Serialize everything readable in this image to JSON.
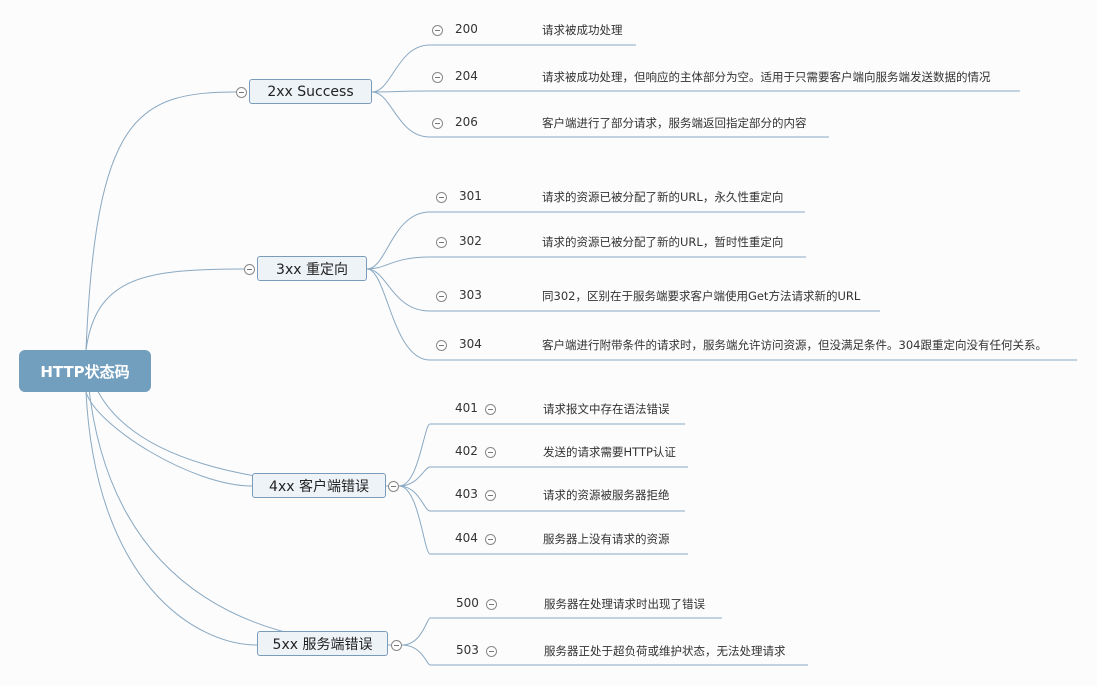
{
  "root": {
    "label": "HTTP状态码"
  },
  "branches": [
    {
      "label": "2xx  Success",
      "items": [
        {
          "code": "200",
          "desc": "请求被成功处理"
        },
        {
          "code": "204",
          "desc": "请求被成功处理，但响应的主体部分为空。适用于只需要客户端向服务端发送数据的情况"
        },
        {
          "code": "206",
          "desc": "客户端进行了部分请求，服务端返回指定部分的内容"
        }
      ]
    },
    {
      "label": "3xx  重定向",
      "items": [
        {
          "code": "301",
          "desc": "请求的资源已被分配了新的URL，永久性重定向"
        },
        {
          "code": "302",
          "desc": "请求的资源已被分配了新的URL，暂时性重定向"
        },
        {
          "code": "303",
          "desc": "同302，区别在于服务端要求客户端使用Get方法请求新的URL"
        },
        {
          "code": "304",
          "desc": "客户端进行附带条件的请求时，服务端允许访问资源，但没满足条件。304跟重定向没有任何关系。"
        }
      ]
    },
    {
      "label": "4xx 客户端错误",
      "items": [
        {
          "code": "401",
          "desc": "请求报文中存在语法错误"
        },
        {
          "code": "402",
          "desc": "发送的请求需要HTTP认证"
        },
        {
          "code": "403",
          "desc": "请求的资源被服务器拒绝"
        },
        {
          "code": "404",
          "desc": "服务器上没有请求的资源"
        }
      ]
    },
    {
      "label": "5xx 服务端错误",
      "items": [
        {
          "code": "500",
          "desc": "服务器在处理请求时出现了错误"
        },
        {
          "code": "503",
          "desc": "服务器正处于超负荷或维护状态，无法处理请求"
        }
      ]
    }
  ]
}
